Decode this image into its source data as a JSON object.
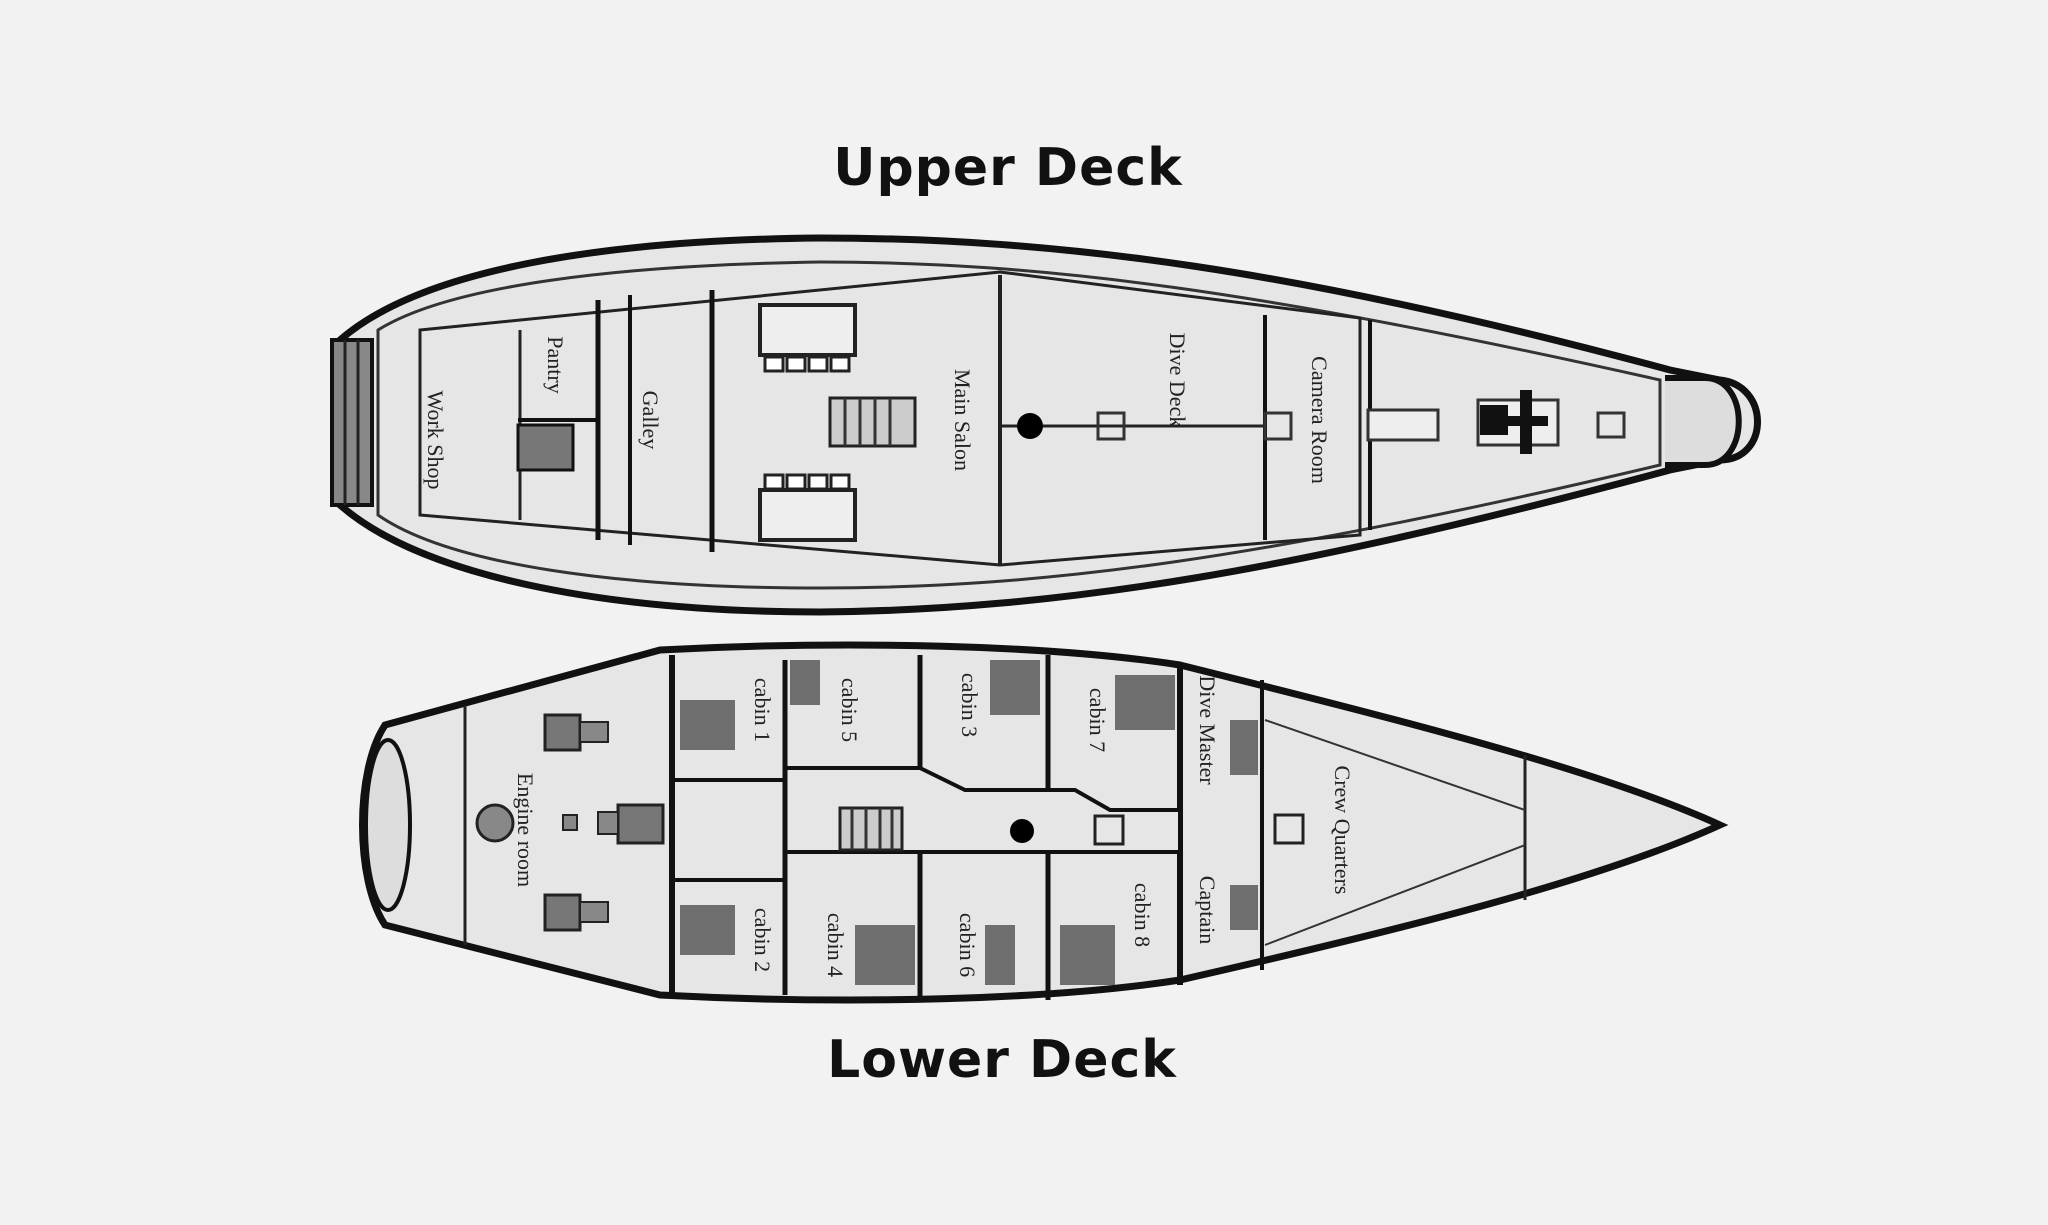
{
  "upper_deck": {
    "title": "Upper Deck",
    "rooms": [
      {
        "name": "Work Shop"
      },
      {
        "name": "Pantry"
      },
      {
        "name": "Galley"
      },
      {
        "name": "Main Salon"
      },
      {
        "name": "Dive Deck"
      },
      {
        "name": "Camera Room"
      }
    ]
  },
  "lower_deck": {
    "title": "Lower Deck",
    "rooms": [
      {
        "name": "Engine room"
      },
      {
        "name": "cabin 1"
      },
      {
        "name": "cabin 2"
      },
      {
        "name": "cabin 3"
      },
      {
        "name": "cabin 4"
      },
      {
        "name": "cabin 5"
      },
      {
        "name": "cabin 6"
      },
      {
        "name": "cabin 7"
      },
      {
        "name": "cabin 8"
      },
      {
        "name": "Dive Master"
      },
      {
        "name": "Captain"
      },
      {
        "name": "Crew Quarters"
      }
    ]
  },
  "colors": {
    "background": "#f2f2f2",
    "deck_fill": "#e4e4e4",
    "outline": "#1a1a1a",
    "fixture_dark": "#6e6e6e"
  }
}
